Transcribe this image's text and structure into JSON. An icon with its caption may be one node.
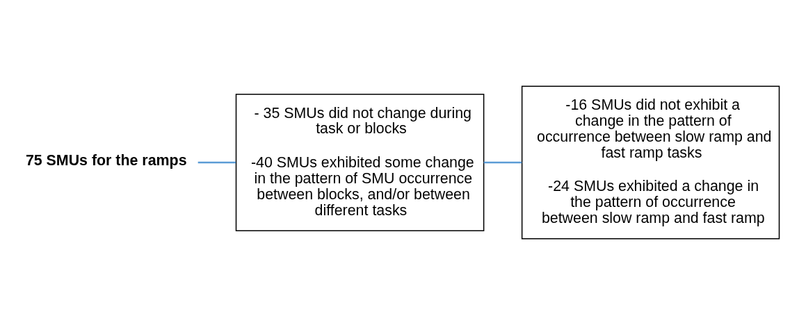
{
  "diagram": {
    "nodes": [
      {
        "text": [
          "75 SMUs for the ramps"
        ]
      },
      {
        "text": [
          "- 35 SMUs did not change during task or blocks",
          "-40 SMUs exhibited some change in the pattern of SMU occurrence between blocks, and/or between different tasks"
        ]
      },
      {
        "text": [
          "-16 SMUs did not exhibit a change in the pattern of occurrence between slow ramp and fast ramp tasks",
          "-24 SMUs exhibited a change in the pattern of occurrence between slow ramp and fast ramp"
        ]
      }
    ],
    "edges": [
      {
        "from": 0,
        "to": 1,
        "arrow": "none"
      },
      {
        "from": 1,
        "to": 2,
        "arrow": "none"
      }
    ]
  }
}
